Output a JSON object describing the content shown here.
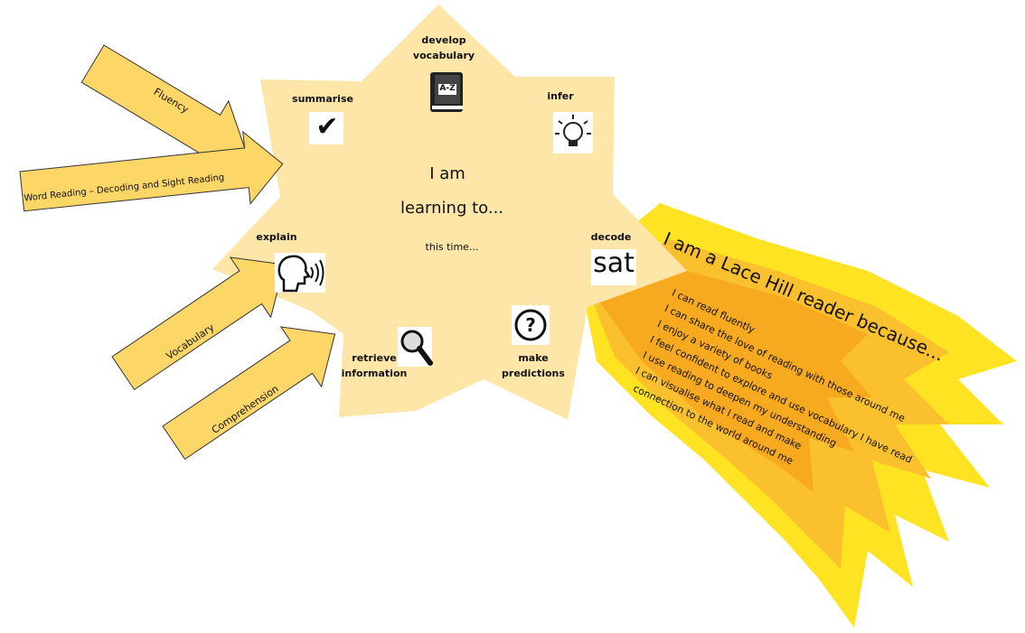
{
  "center": {
    "line1": "I am",
    "line2": "learning to...",
    "line3": "this time..."
  },
  "star_points": {
    "develop_vocabulary": [
      "develop",
      "vocabulary"
    ],
    "summarise": "summarise",
    "infer": "infer",
    "explain": "explain",
    "decode": "decode",
    "retrieve_information": [
      "retrieve",
      "information"
    ],
    "make_predictions": [
      "make",
      "predictions"
    ]
  },
  "icons": {
    "book_text": "A-Z",
    "decode_text": "sat",
    "question_mark": "?",
    "tick": "✔"
  },
  "arrows": [
    "Fluency",
    "Word Reading – Decoding and Sight Reading",
    "Vocabulary",
    "Comprehension"
  ],
  "shooting_star": {
    "heading": "I am a Lace Hill reader because...",
    "statements": [
      "I can read fluently",
      "I can share the love of reading with those around me",
      "I enjoy a variety of books",
      "I feel confident to explore and use vocabulary I have read",
      "I use reading to deepen my understanding",
      "I can visualise what I read and make",
      "connection to the world around me"
    ]
  },
  "colors": {
    "star_fill": "#fde6a7",
    "arrow_fill": "#fcd667",
    "tail_outer": "#fde321",
    "tail_mid": "#fbc02d",
    "tail_inner": "#f5a31c"
  }
}
